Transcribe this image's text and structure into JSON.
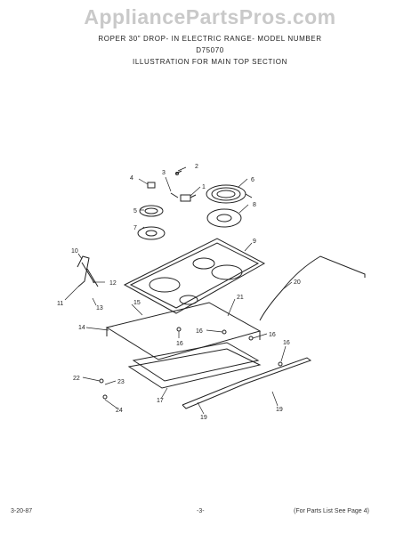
{
  "watermark": "AppliancePartsPros.com",
  "header": {
    "line1": "ROPER 30\" DROP- IN ELECTRIC RANGE- MODEL NUMBER",
    "line2": "D75070",
    "line3": "ILLUSTRATION FOR MAIN TOP SECTION"
  },
  "footer": {
    "date": "3-20-87",
    "page": "-3-",
    "note": "(For Parts List See Page 4)"
  },
  "callouts": {
    "c1": "1",
    "c2": "2",
    "c3": "3",
    "c4": "4",
    "c5": "5",
    "c6": "6",
    "c7": "7",
    "c8": "8",
    "c9": "9",
    "c10": "10",
    "c11": "11",
    "c12": "12",
    "c13": "13",
    "c14": "14",
    "c15": "15",
    "c16a": "16",
    "c16b": "16",
    "c16c": "16",
    "c16d": "16",
    "c17": "17",
    "c19a": "19",
    "c19b": "19",
    "c20": "20",
    "c21": "21",
    "c22": "22",
    "c23": "23",
    "c24": "24"
  }
}
